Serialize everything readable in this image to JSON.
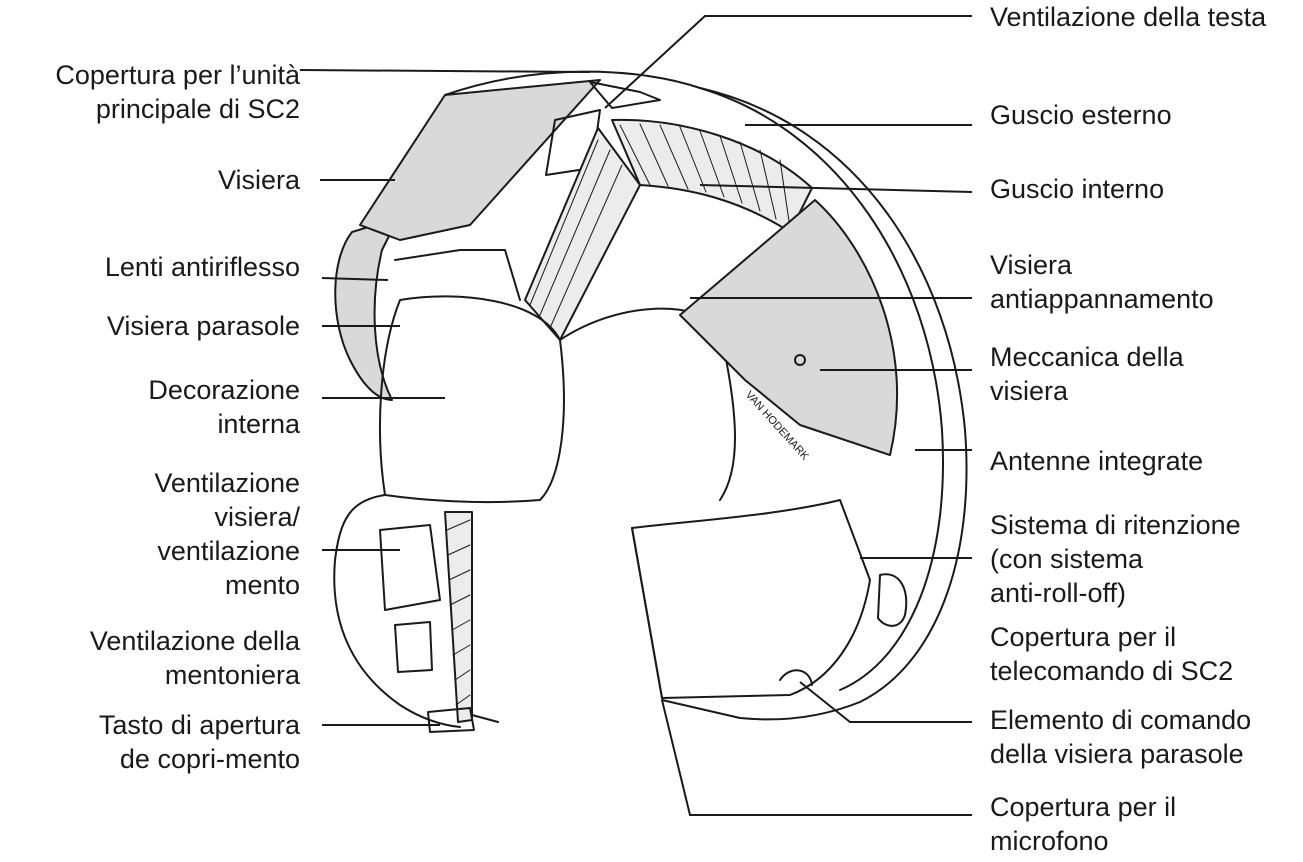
{
  "labels_left": [
    {
      "id": "copertura-unita-principale",
      "text": "Copertura per l’unità\nprincipale di SC2"
    },
    {
      "id": "visiera",
      "text": "Visiera"
    },
    {
      "id": "lenti-antiriflesso",
      "text": "Lenti antiriflesso"
    },
    {
      "id": "visiera-parasole",
      "text": "Visiera parasole"
    },
    {
      "id": "decorazione-interna",
      "text": "Decorazione\ninterna"
    },
    {
      "id": "ventilazione-visiera-mento",
      "text": "Ventilazione\nvisiera/\nventilazione\nmento"
    },
    {
      "id": "ventilazione-mentoniera",
      "text": "Ventilazione della\nmentoniera"
    },
    {
      "id": "tasto-apertura",
      "text": "Tasto di apertura\nde copri-mento"
    }
  ],
  "labels_right": [
    {
      "id": "ventilazione-testa",
      "text": "Ventilazione della testa"
    },
    {
      "id": "guscio-esterno",
      "text": "Guscio esterno"
    },
    {
      "id": "guscio-interno",
      "text": "Guscio interno"
    },
    {
      "id": "visiera-antiappannamento",
      "text": "Visiera\nantiappannamento"
    },
    {
      "id": "meccanica-visiera",
      "text": "Meccanica della\nvisiera"
    },
    {
      "id": "antenne-integrate",
      "text": "Antenne integrate"
    },
    {
      "id": "sistema-ritenzione",
      "text": "Sistema di ritenzione\n(con sistema\nanti-roll-off)"
    },
    {
      "id": "copertura-telecomando",
      "text": "Copertura per il\ntelecomando di SC2"
    },
    {
      "id": "elemento-comando-parasole",
      "text": "Elemento di comando\ndella visiera parasole"
    },
    {
      "id": "copertura-microfono",
      "text": "Copertura per il\nmicrofono"
    }
  ],
  "visor_print": "VAN HODEMARK",
  "colors": {
    "line": "#1a1a1a",
    "fill": "#d9d9d9",
    "background": "#ffffff"
  }
}
